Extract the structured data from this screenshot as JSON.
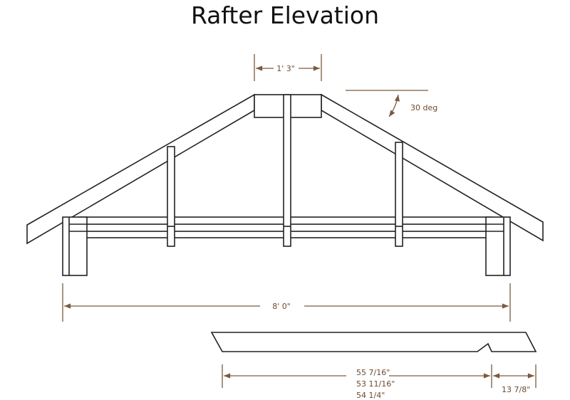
{
  "title": "Rafter Elevation",
  "dimensions": {
    "ridge_width": "1' 3\"",
    "pitch": "30 deg",
    "span": "8' 0\"",
    "rafter_length_1": "55 7/16\"",
    "rafter_length_2": "53 11/16\"",
    "rafter_length_3": "54 1/4\"",
    "overhang": "13 7/8\""
  },
  "colors": {
    "line": "#222222",
    "dimension": "#7a5a3e"
  }
}
